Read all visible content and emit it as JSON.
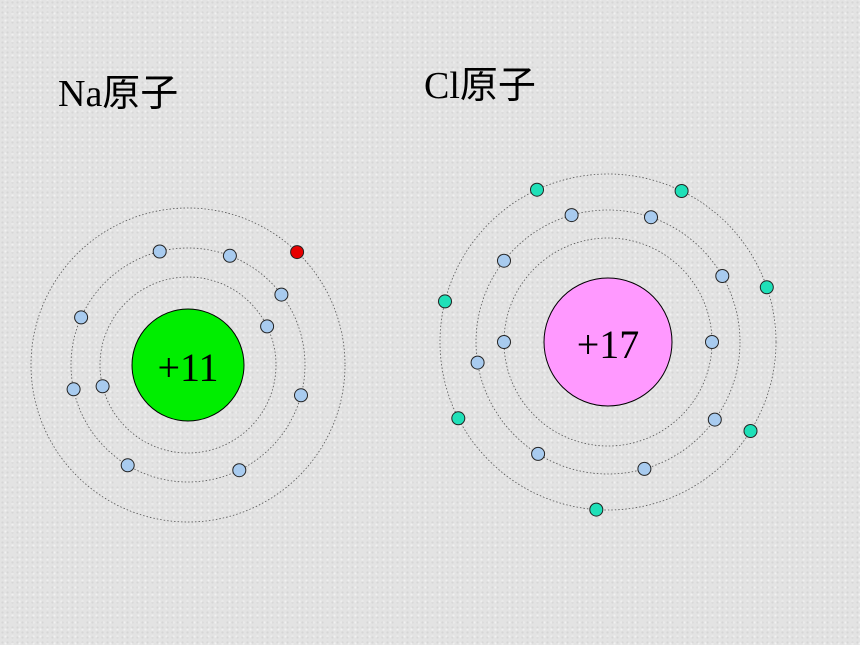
{
  "atoms": [
    {
      "id": "na",
      "title": "Na原子",
      "nucleus": {
        "charge": "+11",
        "color": "#00ee00"
      },
      "shells": [
        {
          "electrons": 2,
          "electron_color": "#a8cbef"
        },
        {
          "electrons": 8,
          "electron_color": "#a8cbef"
        },
        {
          "electrons": 1,
          "electron_color": "#e60000"
        }
      ]
    },
    {
      "id": "cl",
      "title": "Cl原子",
      "nucleus": {
        "charge": "+17",
        "color": "#ff99ff"
      },
      "shells": [
        {
          "electrons": 2,
          "electron_color": "#a8cbef"
        },
        {
          "electrons": 8,
          "electron_color": "#a8cbef"
        },
        {
          "electrons": 7,
          "electron_color": "#1fe0b8"
        }
      ]
    }
  ]
}
